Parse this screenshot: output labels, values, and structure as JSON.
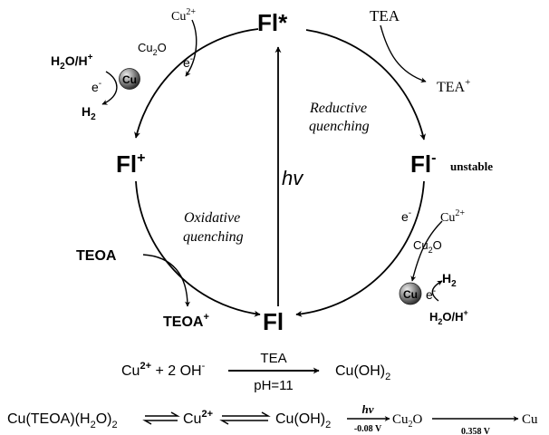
{
  "cycle": {
    "top_state": "Fl*",
    "left_state_base": "Fl",
    "left_state_sup": "+",
    "right_state_base": "Fl",
    "right_state_sup": "-",
    "right_state_note": "unstable",
    "bottom_state": "Fl",
    "excitation_label": "hv",
    "reductive_label_1": "Reductive",
    "reductive_label_2": "quenching",
    "oxidative_label_1": "Oxidative",
    "oxidative_label_2": "quenching"
  },
  "left_branch": {
    "cu_ion_base": "Cu",
    "cu_ion_sup": "2+",
    "cu2o_a": "Cu",
    "cu2o_sub": "2",
    "cu2o_b": "O",
    "electron_top_base": "e",
    "electron_top_sup": "-",
    "electron_bottom_base": "e",
    "electron_bottom_sup": "-",
    "sphere_label": "Cu",
    "water_a": "H",
    "water_sub": "2",
    "water_b": "O/H",
    "water_sup": "+",
    "hydrogen_base": "H",
    "hydrogen_sub": "2",
    "teoa": "TEOA",
    "teoa_ox_base": "TEOA",
    "teoa_ox_sup": "+"
  },
  "right_branch": {
    "tea": "TEA",
    "tea_ox_base": "TEA",
    "tea_ox_sup": "+",
    "electron_left_base": "e",
    "electron_left_sup": "-",
    "cu_ion_base": "Cu",
    "cu_ion_sup": "2+",
    "cu2o_a": "Cu",
    "cu2o_sub": "2",
    "cu2o_b": "O",
    "sphere_label": "Cu",
    "electron_right_base": "e",
    "electron_right_sup": "-",
    "hydrogen_base": "H",
    "hydrogen_sub": "2",
    "water_a": "H",
    "water_sub": "2",
    "water_b": "O/H",
    "water_sup": "+"
  },
  "equation1": {
    "lhs_a": "Cu",
    "lhs_sup1": "2+",
    "lhs_b": " + 2 OH",
    "lhs_sup2": "-",
    "arrow_top": "TEA",
    "arrow_bottom": "pH=11",
    "rhs_a": "Cu(OH)",
    "rhs_sub": "2"
  },
  "equation2": {
    "s1_a": "Cu(TEOA)(H",
    "s1_sub1": "2",
    "s1_b": "O)",
    "s1_sub2": "2",
    "s2_base": "Cu",
    "s2_sup": "2+",
    "s3_base": "Cu(OH)",
    "s3_sub": "2",
    "arrow3_top": "hv",
    "arrow3_bottom": "-0.08 V",
    "s4_a": "Cu",
    "s4_sub": "2",
    "s4_b": "O",
    "arrow4_bottom": "0.358 V",
    "s5": "Cu"
  },
  "colors": {
    "ink": "#000000",
    "sphere_light": "#e6e6e6",
    "sphere_dark": "#3a3a3a"
  }
}
